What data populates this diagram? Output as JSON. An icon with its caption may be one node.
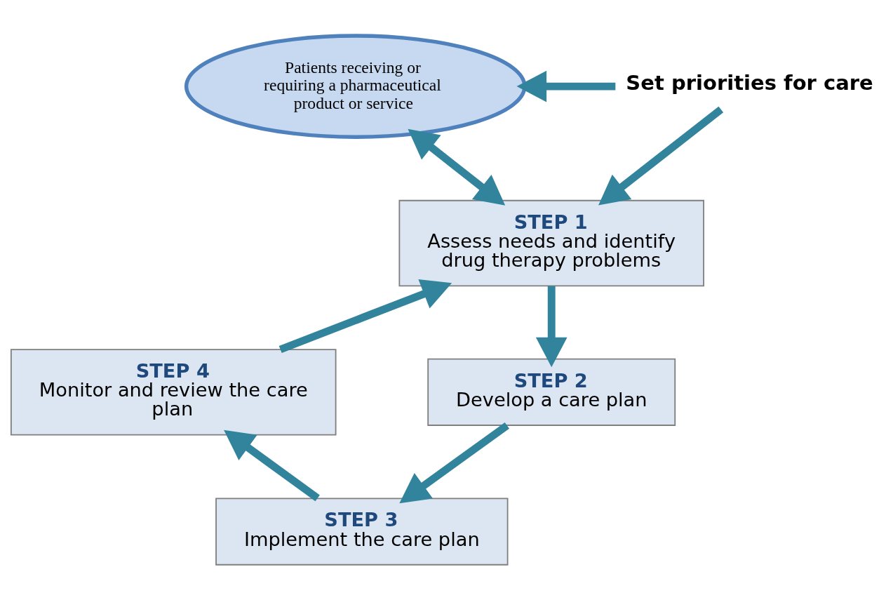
{
  "diagram": {
    "nodes": [
      {
        "text": [
          "Patients receiving or requiring a pharmaceutical product or service"
        ]
      },
      {
        "text": [
          "Set priorities for care"
        ]
      },
      {
        "text": [
          "STEP 1",
          "Assess needs and identify drug therapy problems"
        ]
      },
      {
        "text": [
          "STEP 2",
          "Develop a care plan"
        ]
      },
      {
        "text": [
          "STEP 3",
          "Implement the care plan"
        ]
      },
      {
        "text": [
          "STEP 4",
          "Monitor and review the care plan"
        ]
      }
    ],
    "edges": [
      {
        "from": 0,
        "to": 2,
        "arrow": "both"
      },
      {
        "from": 1,
        "to": 0,
        "arrow": "to"
      },
      {
        "from": 1,
        "to": 2,
        "arrow": "to"
      },
      {
        "from": 2,
        "to": 3,
        "arrow": "to"
      },
      {
        "from": 3,
        "to": 4,
        "arrow": "to"
      },
      {
        "from": 4,
        "to": 5,
        "arrow": "to"
      },
      {
        "from": 5,
        "to": 2,
        "arrow": "to"
      }
    ]
  }
}
